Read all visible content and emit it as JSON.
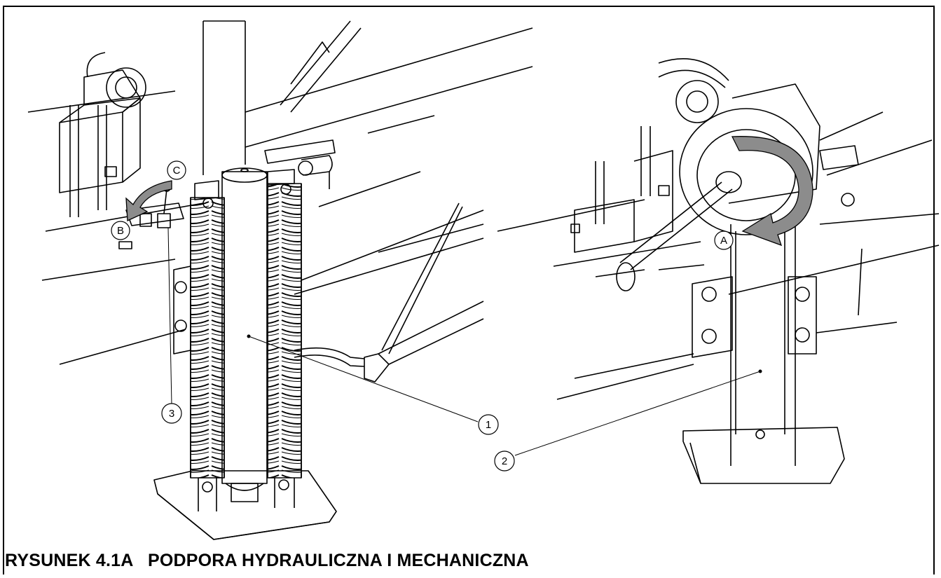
{
  "caption": {
    "label": "RYSUNEK 4.1A",
    "title": "PODPORA HYDRAULICZNA I MECHANICZNA"
  },
  "callouts": {
    "part_1": "1",
    "part_2": "2",
    "part_3": "3",
    "dir_a": "A",
    "dir_b": "B",
    "dir_c": "C"
  },
  "colors": {
    "line": "#000000",
    "arrow_fill": "#8c8c8c",
    "background": "#ffffff"
  }
}
